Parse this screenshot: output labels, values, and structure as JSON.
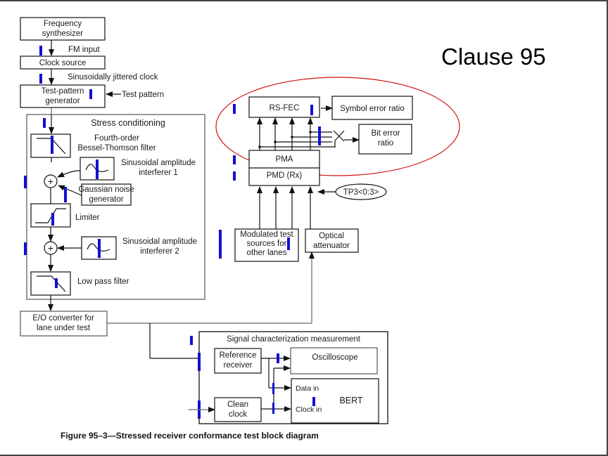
{
  "slide_title": "Clause 95",
  "caption": "Figure 95–3—Stressed receiver conformance test block diagram",
  "colors": {
    "highlight_ellipse": "#d01010",
    "marker": "#1010d0",
    "line": "#111111"
  },
  "blocks": {
    "freq_synth": [
      "Frequency",
      "synthesizer"
    ],
    "clock_source": "Clock source",
    "test_pattern_gen": [
      "Test-pattern",
      "generator"
    ],
    "stress_conditioning": "Stress conditioning",
    "bessel": [
      "Fourth-order",
      "Bessel-Thomson filter"
    ],
    "sin_interf1": [
      "Sinusoidal amplitude",
      "interferer 1"
    ],
    "gaussian": [
      "Gaussian noise",
      "generator"
    ],
    "limiter": "Limiter",
    "sin_interf2": [
      "Sinusoidal amplitude",
      "interferer 2"
    ],
    "lpf": "Low pass filter",
    "eo_converter": [
      "E/O converter for",
      "lane under test"
    ],
    "rs_fec": "RS-FEC",
    "symbol_error": "Symbol error ratio",
    "bit_error": [
      "Bit error",
      "ratio"
    ],
    "pma": "PMA",
    "pmd": "PMD (Rx)",
    "tp3": "TP3<0:3>",
    "mod_sources": [
      "Modulated test",
      "sources for",
      "other lanes"
    ],
    "optical_att": [
      "Optical",
      "attenuator"
    ],
    "signal_char": "Signal characterization measurement",
    "ref_receiver": [
      "Reference",
      "receiver"
    ],
    "oscilloscope": "Oscilloscope",
    "clean_clock": [
      "Clean",
      "clock"
    ],
    "bert": "BERT",
    "data_in": "Data in",
    "clock_in": "Clock in"
  },
  "annotations": {
    "fm_input": "FM input",
    "sj_clock": "Sinusoidally jittered clock",
    "test_pattern": "Test pattern",
    "summer_symbol": "+"
  }
}
